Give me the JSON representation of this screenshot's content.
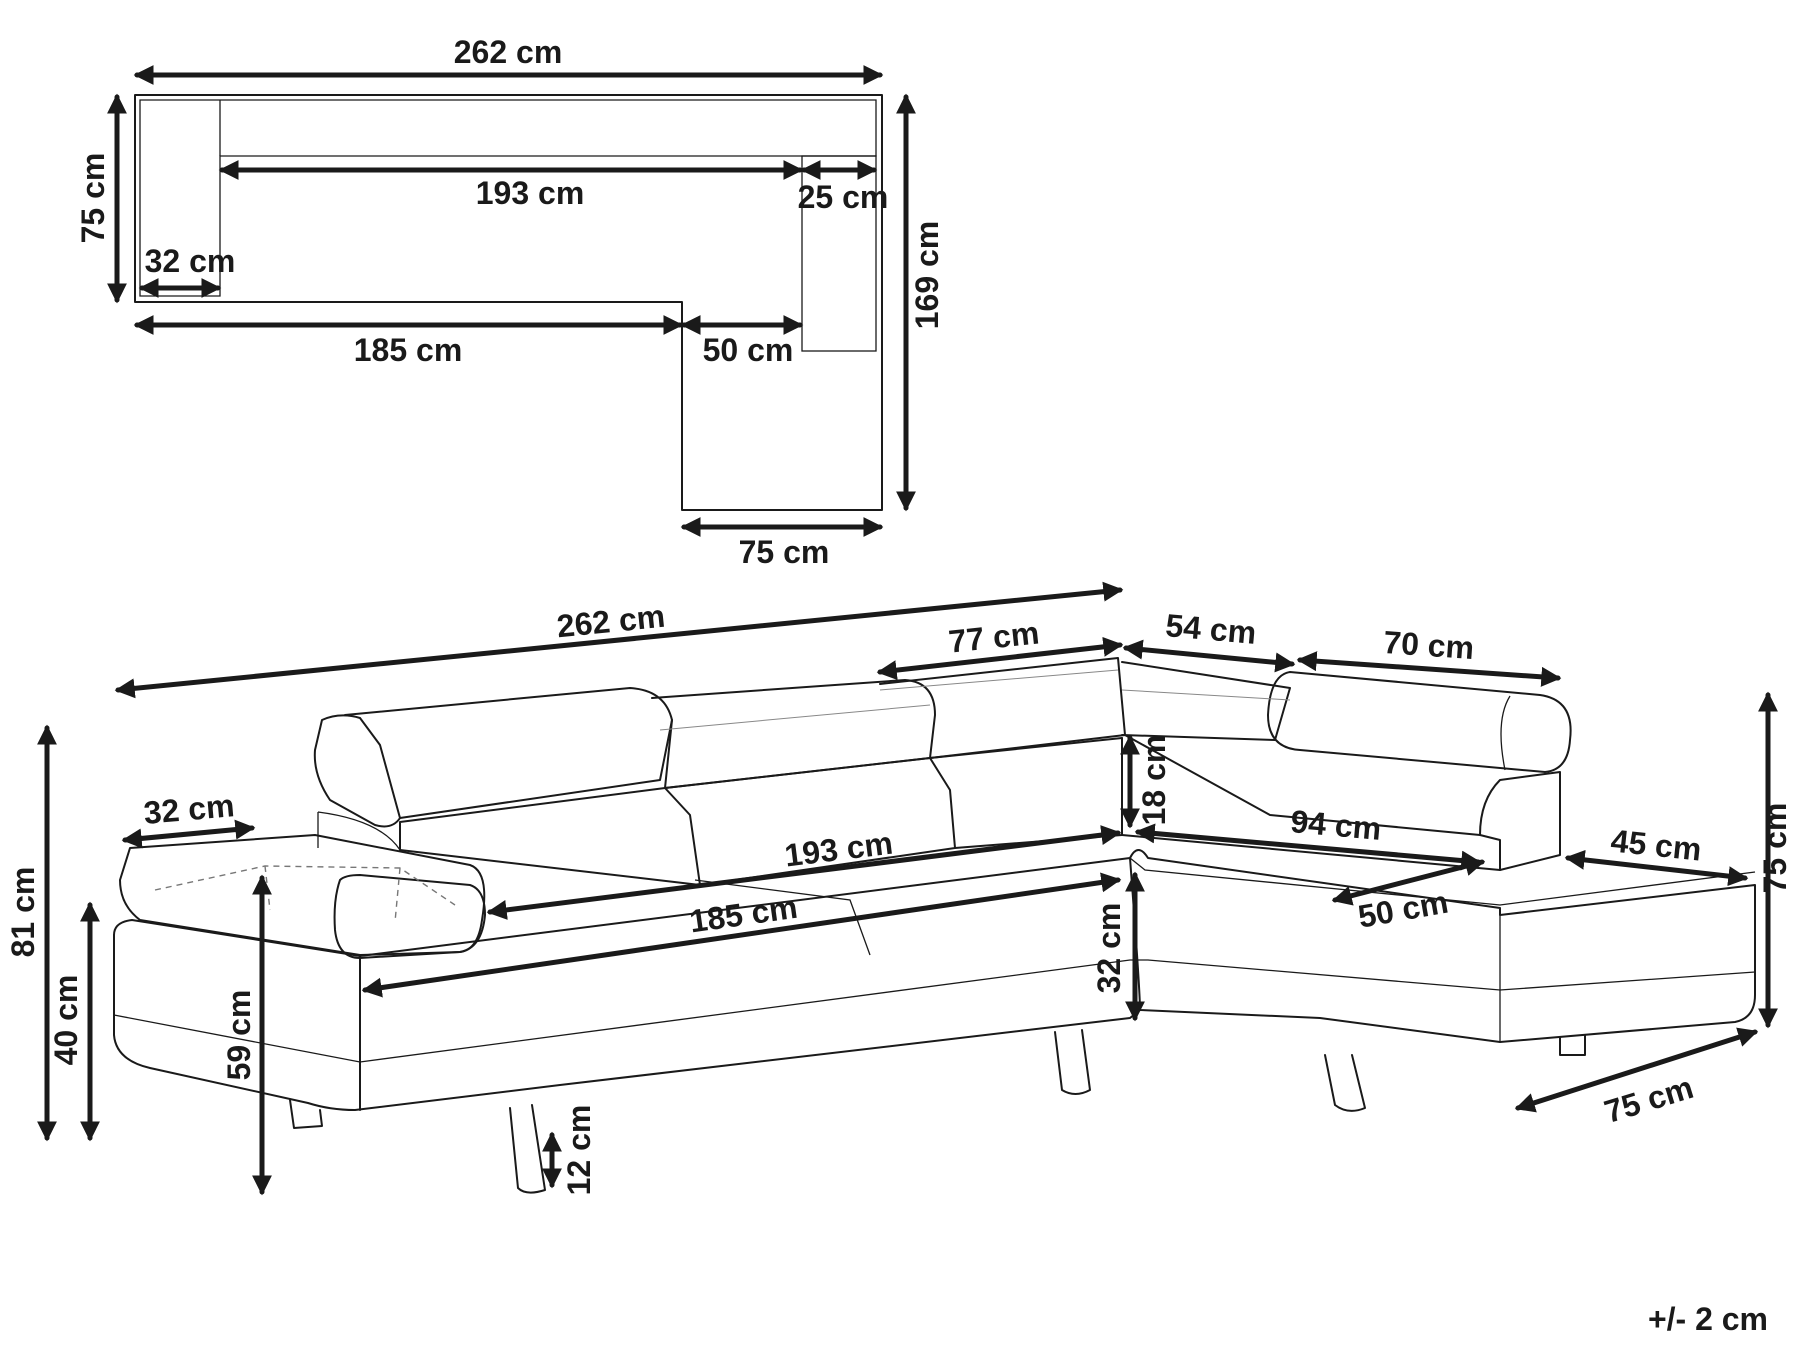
{
  "top_view": {
    "overall_width": "262 cm",
    "back_depth": "75 cm",
    "seat_length": "193 cm",
    "end_back_depth": "25 cm",
    "armrest_width": "32 cm",
    "overall_depth": "169 cm",
    "front_length": "185 cm",
    "chaise_offset": "50 cm",
    "chaise_width": "75 cm"
  },
  "front_view": {
    "overall_width": "262 cm",
    "headrest_right_section": "77 cm",
    "corner_headrest": "54 cm",
    "chaise_headrest": "70 cm",
    "armrest_width": "32 cm",
    "headrest_height": "18 cm",
    "chaise_seat": "94 cm",
    "seat_length": "193 cm",
    "chaise_arm": "45 cm",
    "front_seat_length": "185 cm",
    "chaise_depth_offset": "50 cm",
    "seat_thickness": "32 cm",
    "overall_height": "81 cm",
    "seat_height": "40 cm",
    "seat_depth": "59 cm",
    "leg_height": "12 cm",
    "chaise_height": "75 cm",
    "chaise_width": "75 cm"
  },
  "tolerance": "+/- 2 cm"
}
